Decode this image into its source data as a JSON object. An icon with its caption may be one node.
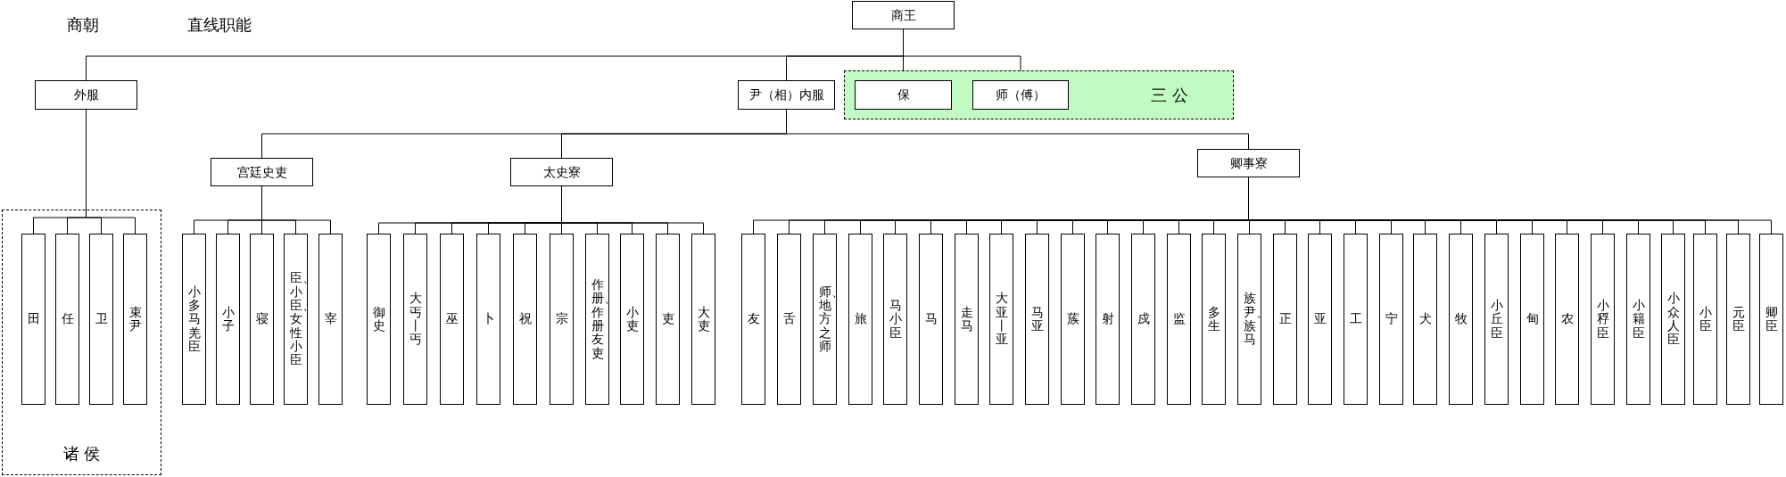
{
  "diagram": {
    "nodes": [
      {
        "text": [
          "商王"
        ]
      },
      {
        "text": [
          "外服"
        ]
      },
      {
        "text": [
          "尹（相）内服"
        ]
      },
      {
        "text": [
          "三 公"
        ]
      },
      {
        "text": [
          "保"
        ],
        "in": 3
      },
      {
        "text": [
          "师（傅）"
        ],
        "in": 3
      },
      {
        "text": [
          "宫廷史吏"
        ]
      },
      {
        "text": [
          "太史寮"
        ]
      },
      {
        "text": [
          "卿事寮"
        ]
      },
      {
        "text": [
          "诸 侯"
        ]
      },
      {
        "text": [
          "田"
        ],
        "in": 9
      },
      {
        "text": [
          "任"
        ],
        "in": 9
      },
      {
        "text": [
          "卫"
        ],
        "in": 9
      },
      {
        "text": [
          "束尹"
        ],
        "in": 9
      },
      {
        "text": [
          "小多马羌臣"
        ]
      },
      {
        "text": [
          "小子"
        ]
      },
      {
        "text": [
          "寝"
        ]
      },
      {
        "text": [
          "臣、小臣、女性小臣"
        ]
      },
      {
        "text": [
          "宰"
        ]
      },
      {
        "text": [
          "御史"
        ]
      },
      {
        "text": [
          "大丐丨丐"
        ]
      },
      {
        "text": [
          "巫"
        ]
      },
      {
        "text": [
          "卜"
        ]
      },
      {
        "text": [
          "祝"
        ]
      },
      {
        "text": [
          "宗"
        ]
      },
      {
        "text": [
          "作册、作册友吏"
        ]
      },
      {
        "text": [
          "小吏"
        ]
      },
      {
        "text": [
          "吏"
        ]
      },
      {
        "text": [
          "大吏"
        ]
      },
      {
        "text": [
          "友"
        ]
      },
      {
        "text": [
          "舌"
        ]
      },
      {
        "text": [
          "师、地方之师"
        ]
      },
      {
        "text": [
          "旅"
        ]
      },
      {
        "text": [
          "马小臣"
        ]
      },
      {
        "text": [
          "马"
        ]
      },
      {
        "text": [
          "走马"
        ]
      },
      {
        "text": [
          "大亚丨亚"
        ]
      },
      {
        "text": [
          "马亚"
        ]
      },
      {
        "text": [
          "蔟"
        ]
      },
      {
        "text": [
          "射"
        ]
      },
      {
        "text": [
          "戍"
        ]
      },
      {
        "text": [
          "监"
        ]
      },
      {
        "text": [
          "多生"
        ]
      },
      {
        "text": [
          "族尹、族马"
        ]
      },
      {
        "text": [
          "正"
        ]
      },
      {
        "text": [
          "亚"
        ]
      },
      {
        "text": [
          "工"
        ]
      },
      {
        "text": [
          "宁"
        ]
      },
      {
        "text": [
          "犬"
        ]
      },
      {
        "text": [
          "牧"
        ]
      },
      {
        "text": [
          "小丘臣"
        ]
      },
      {
        "text": [
          "甸"
        ]
      },
      {
        "text": [
          "农"
        ]
      },
      {
        "text": [
          "小稃臣"
        ]
      },
      {
        "text": [
          "小籍臣"
        ]
      },
      {
        "text": [
          "小众人臣"
        ]
      },
      {
        "text": [
          "小臣"
        ]
      },
      {
        "text": [
          "元臣"
        ]
      },
      {
        "text": [
          "卿臣"
        ]
      }
    ],
    "edges": [
      {
        "from": 0,
        "to": 1,
        "arrow": "none"
      },
      {
        "from": 0,
        "to": 2,
        "arrow": "none"
      },
      {
        "from": 0,
        "to": 4,
        "arrow": "none"
      },
      {
        "from": 0,
        "to": 5,
        "arrow": "none"
      },
      {
        "from": 2,
        "to": 6,
        "arrow": "none"
      },
      {
        "from": 2,
        "to": 7,
        "arrow": "none"
      },
      {
        "from": 2,
        "to": 8,
        "arrow": "none"
      },
      {
        "from": 1,
        "to": 10,
        "arrow": "none"
      },
      {
        "from": 1,
        "to": 11,
        "arrow": "none"
      },
      {
        "from": 1,
        "to": 12,
        "arrow": "none"
      },
      {
        "from": 1,
        "to": 13,
        "arrow": "none"
      },
      {
        "from": 6,
        "to": 14,
        "arrow": "none"
      },
      {
        "from": 6,
        "to": 15,
        "arrow": "none"
      },
      {
        "from": 6,
        "to": 16,
        "arrow": "none"
      },
      {
        "from": 6,
        "to": 17,
        "arrow": "none"
      },
      {
        "from": 6,
        "to": 18,
        "arrow": "none"
      },
      {
        "from": 7,
        "to": 19,
        "arrow": "none"
      },
      {
        "from": 7,
        "to": 20,
        "arrow": "none"
      },
      {
        "from": 7,
        "to": 21,
        "arrow": "none"
      },
      {
        "from": 7,
        "to": 22,
        "arrow": "none"
      },
      {
        "from": 7,
        "to": 23,
        "arrow": "none"
      },
      {
        "from": 7,
        "to": 24,
        "arrow": "none"
      },
      {
        "from": 7,
        "to": 25,
        "arrow": "none"
      },
      {
        "from": 7,
        "to": 26,
        "arrow": "none"
      },
      {
        "from": 7,
        "to": 27,
        "arrow": "none"
      },
      {
        "from": 7,
        "to": 28,
        "arrow": "none"
      },
      {
        "from": 8,
        "to": 29,
        "arrow": "none"
      },
      {
        "from": 8,
        "to": 30,
        "arrow": "none"
      },
      {
        "from": 8,
        "to": 31,
        "arrow": "none"
      },
      {
        "from": 8,
        "to": 32,
        "arrow": "none"
      },
      {
        "from": 8,
        "to": 33,
        "arrow": "none"
      },
      {
        "from": 8,
        "to": 34,
        "arrow": "none"
      },
      {
        "from": 8,
        "to": 35,
        "arrow": "none"
      },
      {
        "from": 8,
        "to": 36,
        "arrow": "none"
      },
      {
        "from": 8,
        "to": 37,
        "arrow": "none"
      },
      {
        "from": 8,
        "to": 38,
        "arrow": "none"
      },
      {
        "from": 8,
        "to": 39,
        "arrow": "none"
      },
      {
        "from": 8,
        "to": 40,
        "arrow": "none"
      },
      {
        "from": 8,
        "to": 41,
        "arrow": "none"
      },
      {
        "from": 8,
        "to": 42,
        "arrow": "none"
      },
      {
        "from": 8,
        "to": 43,
        "arrow": "none"
      },
      {
        "from": 8,
        "to": 44,
        "arrow": "none"
      },
      {
        "from": 8,
        "to": 45,
        "arrow": "none"
      },
      {
        "from": 8,
        "to": 46,
        "arrow": "none"
      },
      {
        "from": 8,
        "to": 47,
        "arrow": "none"
      },
      {
        "from": 8,
        "to": 48,
        "arrow": "none"
      },
      {
        "from": 8,
        "to": 49,
        "arrow": "none"
      },
      {
        "from": 8,
        "to": 50,
        "arrow": "none"
      },
      {
        "from": 8,
        "to": 51,
        "arrow": "none"
      },
      {
        "from": 8,
        "to": 52,
        "arrow": "none"
      },
      {
        "from": 8,
        "to": 53,
        "arrow": "none"
      },
      {
        "from": 8,
        "to": 54,
        "arrow": "none"
      },
      {
        "from": 8,
        "to": 55,
        "arrow": "none"
      },
      {
        "from": 8,
        "to": 56,
        "arrow": "none"
      },
      {
        "from": 8,
        "to": 57,
        "arrow": "none"
      },
      {
        "from": 8,
        "to": 58,
        "arrow": "none"
      }
    ],
    "labels": [
      "商朝",
      "直线职能"
    ]
  }
}
